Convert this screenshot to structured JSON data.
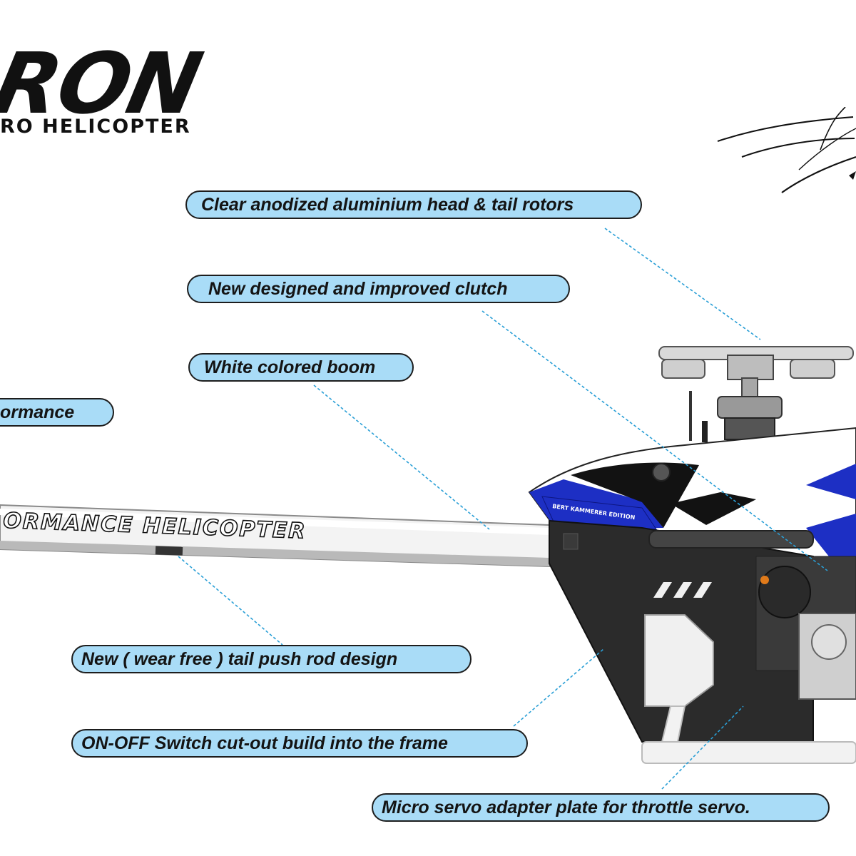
{
  "brand": {
    "logo_text": "RON",
    "subtitle": "RO HELICOPTER"
  },
  "boom_decal": "ORMANCE HELICOPTER",
  "canopy_decal": "BERT KAMMERER EDITION",
  "callouts": [
    {
      "id": "rotors",
      "text": "Clear anodized aluminium head & tail rotors"
    },
    {
      "id": "clutch",
      "text": "New designed and improved clutch"
    },
    {
      "id": "boom",
      "text": "White colored boom"
    },
    {
      "id": "performance",
      "text": "ormance"
    },
    {
      "id": "pushrod",
      "text": "New ( wear free ) tail push rod design"
    },
    {
      "id": "switch",
      "text": "ON-OFF Switch cut-out build into the frame"
    },
    {
      "id": "servo",
      "text": "Micro servo adapter plate for throttle servo."
    }
  ],
  "colors": {
    "callout_fill": "#a9dcf7",
    "callout_border": "#1d1d1d",
    "leader_line": "#2a9fd6",
    "canopy_blue": "#1d2fc4",
    "frame_carbon": "#2b2b2b"
  },
  "icons": {
    "signature": "handwritten-signature",
    "helicopter": "rc-helicopter-illustration"
  }
}
